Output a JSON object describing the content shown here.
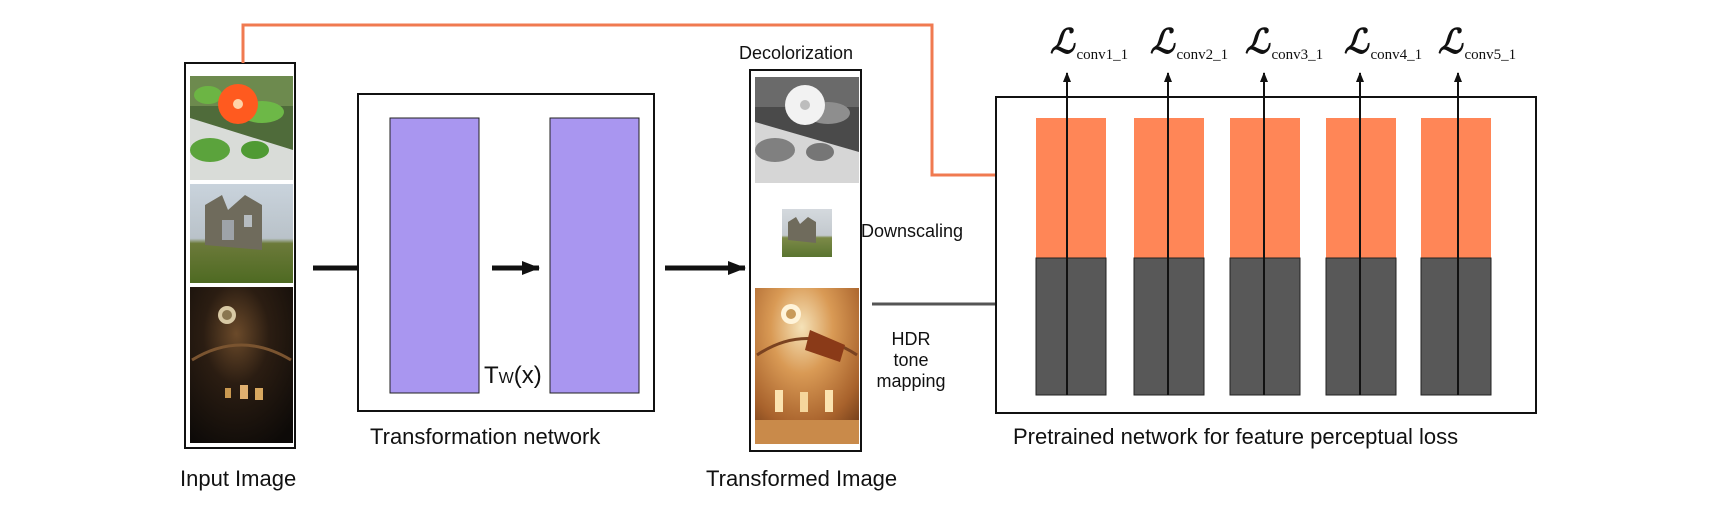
{
  "labels": {
    "input_image": "Input Image",
    "transformation_network": "Transformation network",
    "tw_T": "T",
    "tw_W": "W",
    "tw_x": "(x)",
    "decolorization": "Decolorization",
    "downscaling": "Downscaling",
    "hdr_line1": "HDR",
    "hdr_line2": "tone",
    "hdr_line3": "mapping",
    "transformed_image": "Transformed Image",
    "pretrained_network": "Pretrained network for feature perceptual loss"
  },
  "losses": [
    {
      "symbol": "ℒ",
      "sub": "conv1_1"
    },
    {
      "symbol": "ℒ",
      "sub": "conv2_1"
    },
    {
      "symbol": "ℒ",
      "sub": "conv3_1"
    },
    {
      "symbol": "ℒ",
      "sub": "conv4_1"
    },
    {
      "symbol": "ℒ",
      "sub": "conv5_1"
    }
  ],
  "colors": {
    "layer_purple": "#a996f0",
    "feature_orange": "#ff8657",
    "feature_gray": "#585858",
    "skip_arrow": "#f07a50",
    "arrow_dark": "#111111",
    "arrow_gray": "#555555"
  }
}
